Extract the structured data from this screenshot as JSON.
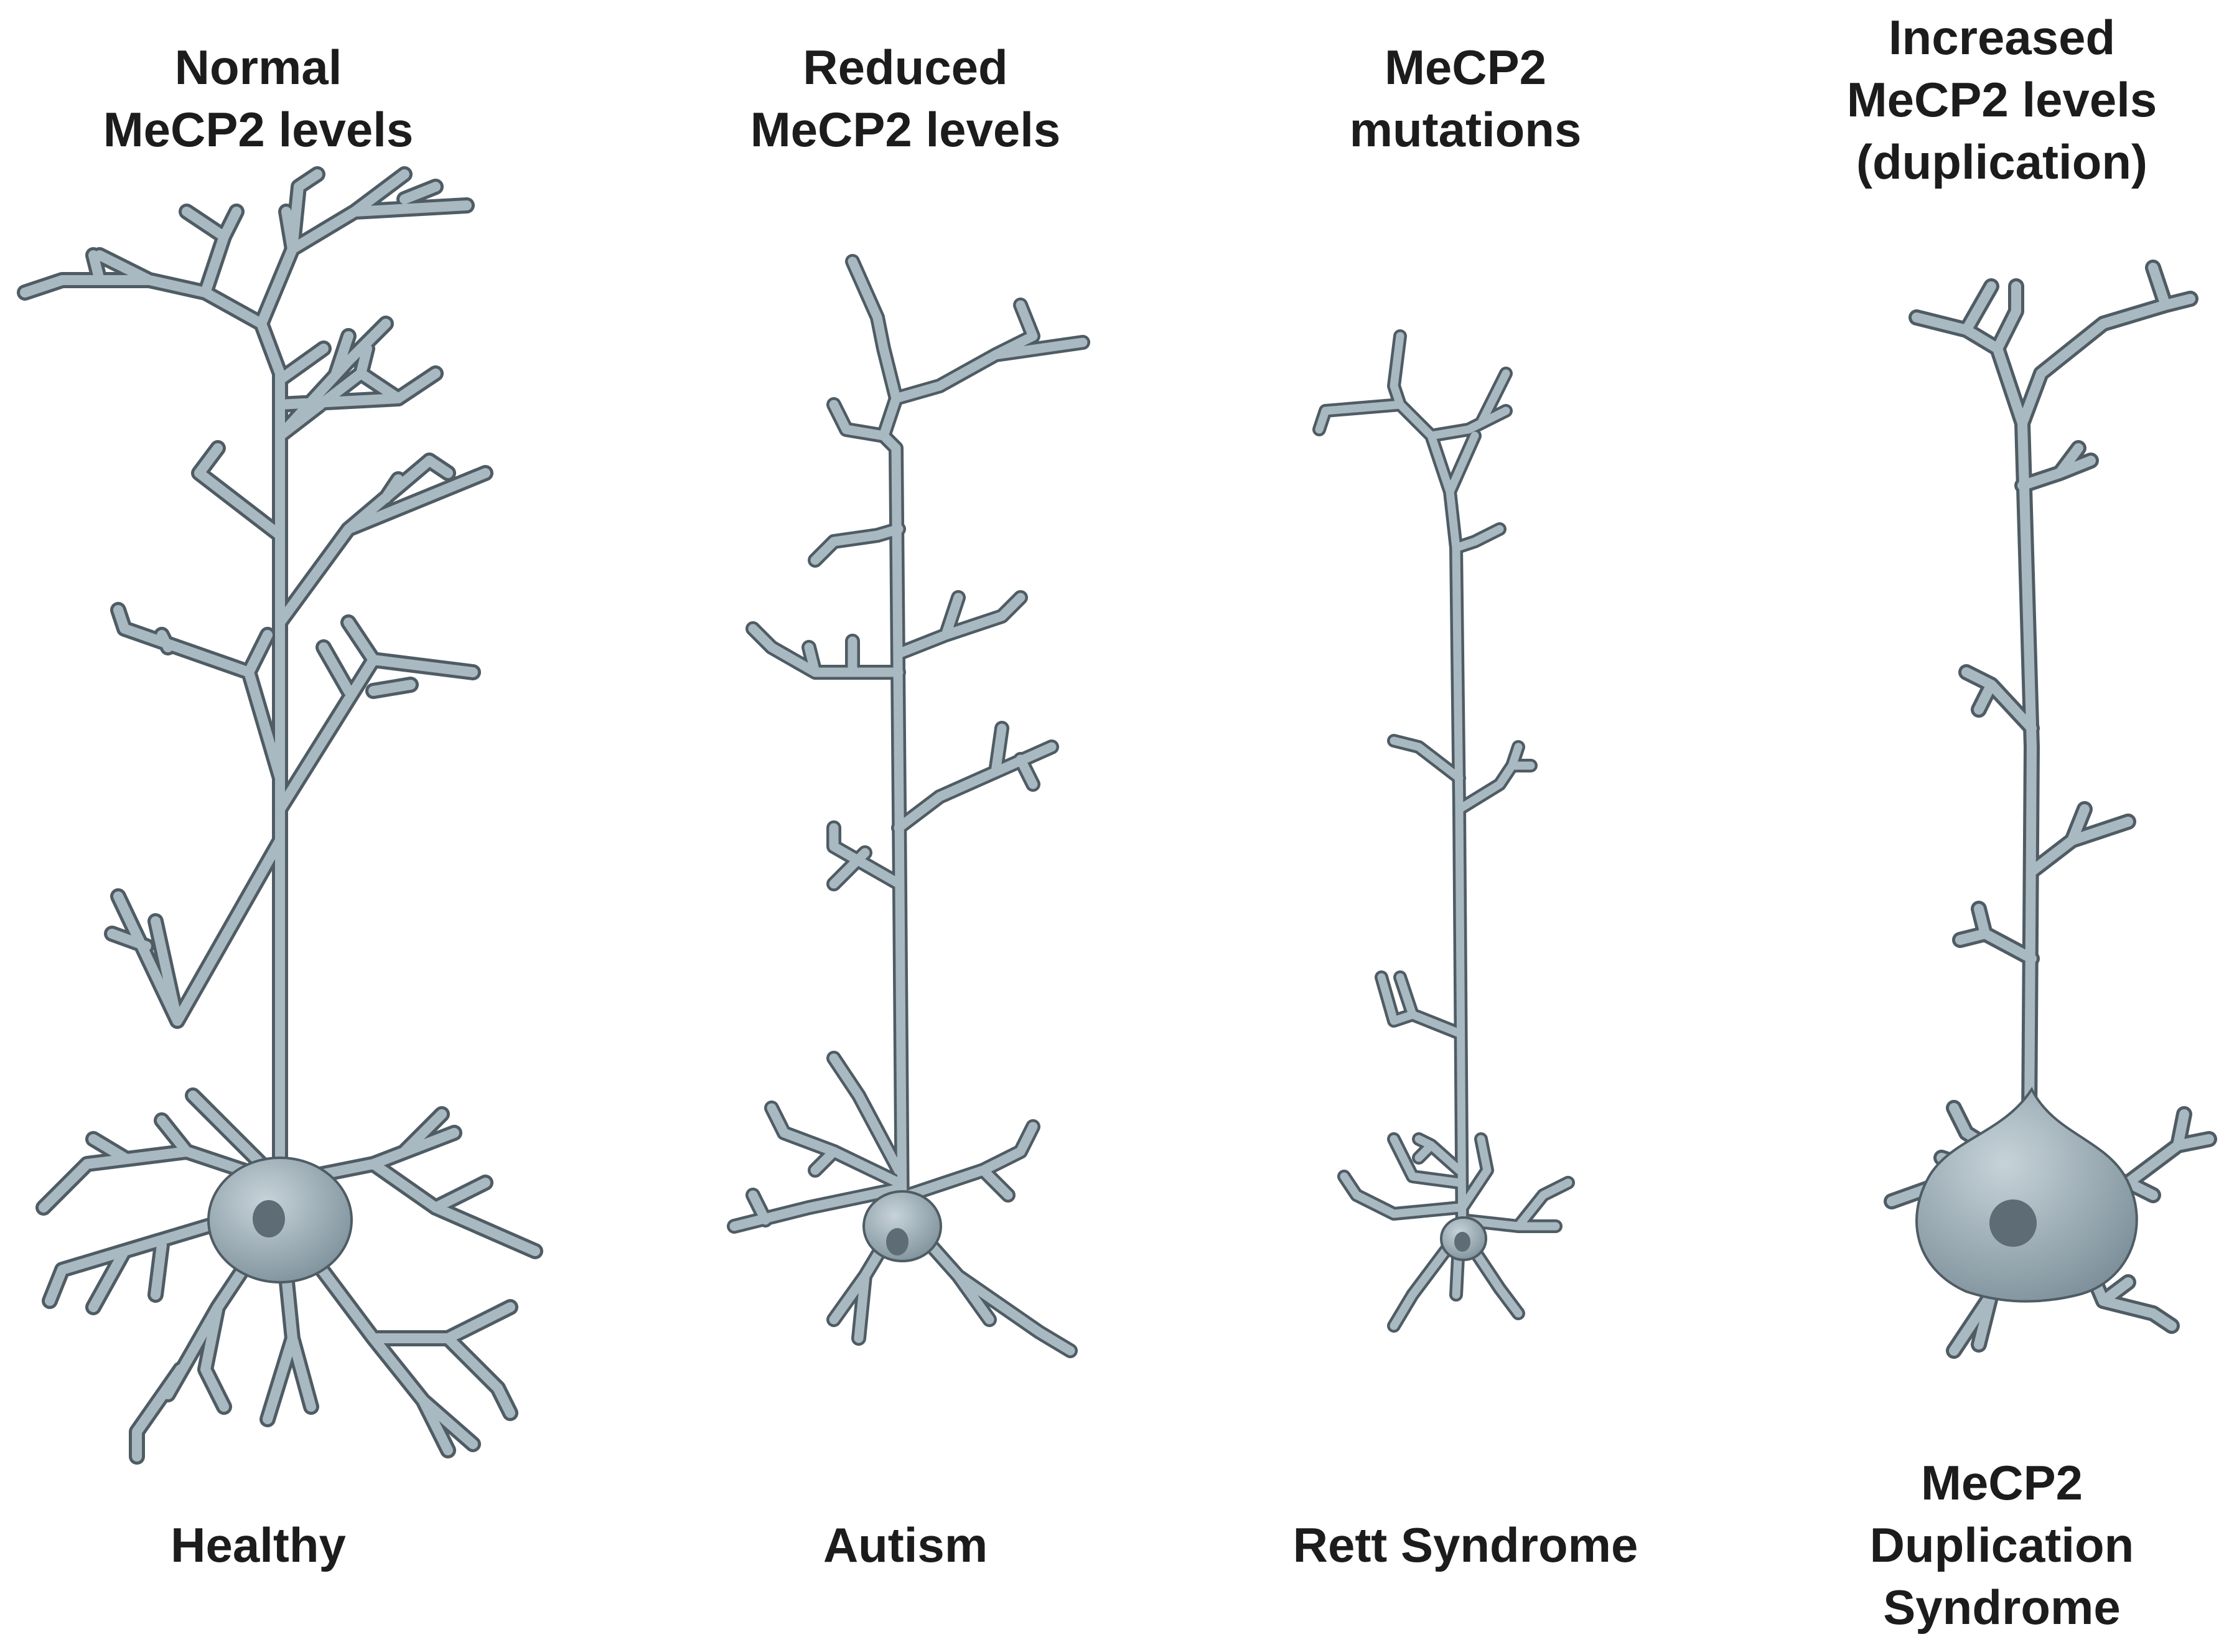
{
  "colors": {
    "dendrite_fill": "#a9b9c2",
    "dendrite_outline": "#4f5c64",
    "soma_light": "#c7d3d9",
    "soma_dark": "#7f929c",
    "nucleus": "#5e6d75"
  },
  "panels": [
    {
      "id": "normal",
      "top_label": "Normal\nMeCP2 levels",
      "bottom_label": "Healthy"
    },
    {
      "id": "reduced",
      "top_label": "Reduced\nMeCP2 levels",
      "bottom_label": "Autism"
    },
    {
      "id": "mutation",
      "top_label": "MeCP2\nmutations",
      "bottom_label": "Rett Syndrome"
    },
    {
      "id": "increased",
      "top_label": "Increased\nMeCP2 levels\n(duplication)",
      "bottom_label": "MeCP2\nDuplication\nSyndrome"
    }
  ]
}
